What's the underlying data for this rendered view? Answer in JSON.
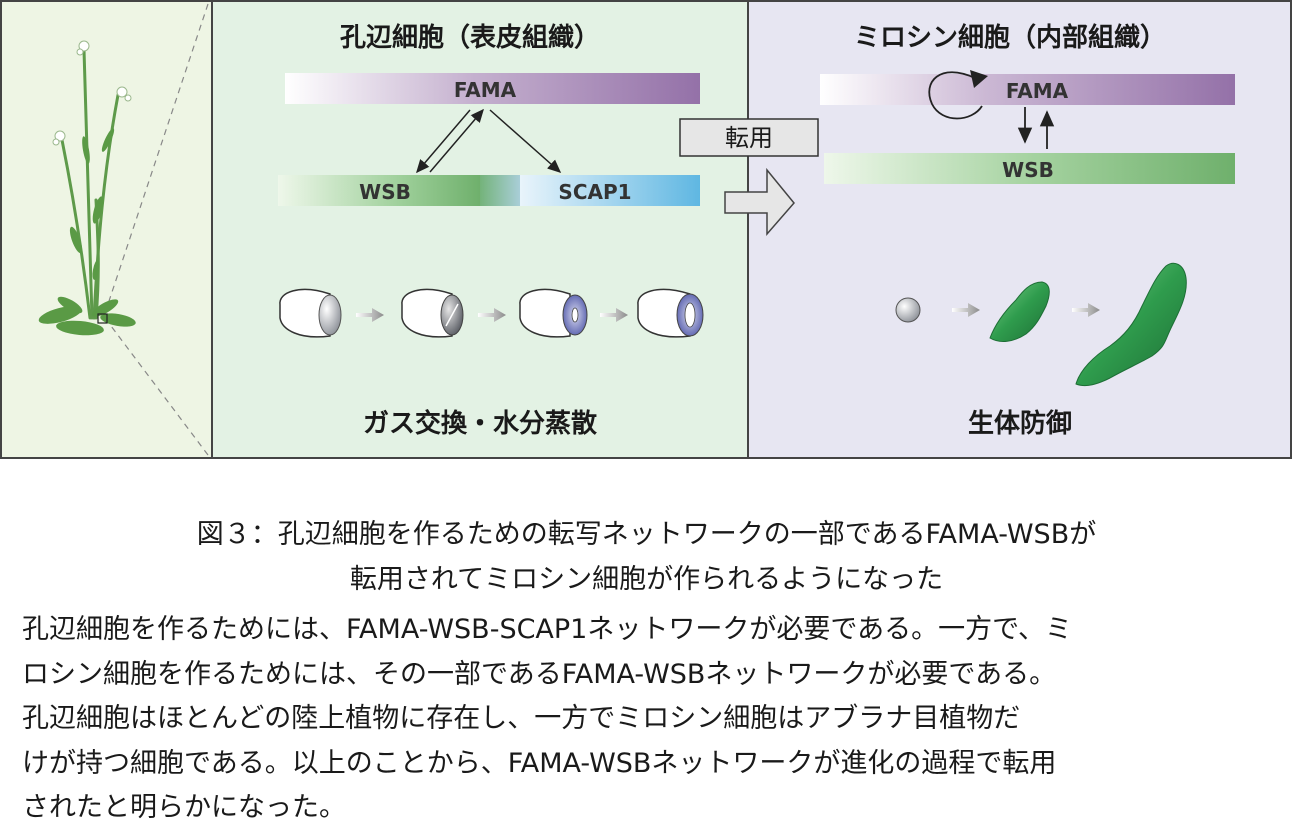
{
  "panel_left": {
    "title": "孔辺細胞（表皮組織）",
    "genes": {
      "top": "FAMA",
      "bottom_left": "WSB",
      "bottom_right": "SCAP1"
    },
    "function": "ガス交換・水分蒸散"
  },
  "transition": {
    "label": "転用"
  },
  "panel_right": {
    "title": "ミロシン細胞（内部組織）",
    "genes": {
      "top": "FAMA",
      "bottom": "WSB"
    },
    "function": "生体防御"
  },
  "caption": {
    "line1": "図３：孔辺細胞を作るための転写ネットワークの一部であるFAMA-WSBが",
    "line2": "転用されてミロシン細胞が作られるようになった"
  },
  "body_lines": [
    "孔辺細胞を作るためには、FAMA-WSB-SCAP1ネットワークが必要である。一方で、ミ",
    "ロシン細胞を作るためには、その一部であるFAMA-WSBネットワークが必要である。",
    "孔辺細胞はほとんどの陸上植物に存在し、一方でミロシン細胞はアブラナ目植物だ",
    "けが持つ細胞である。以上のことから、FAMA-WSBネットワークが進化の過程で転用",
    "されたと明らかになった。"
  ],
  "colors": {
    "plant_panel_bg": "#eef5e4",
    "left_panel_bg": "#e3f2e4",
    "right_panel_bg": "#e7e6f2",
    "fama": "#9b77ae",
    "wsb": "#6fb36f",
    "scap1": "#62b9e3",
    "myrosin_green": "#2e9a4c"
  }
}
